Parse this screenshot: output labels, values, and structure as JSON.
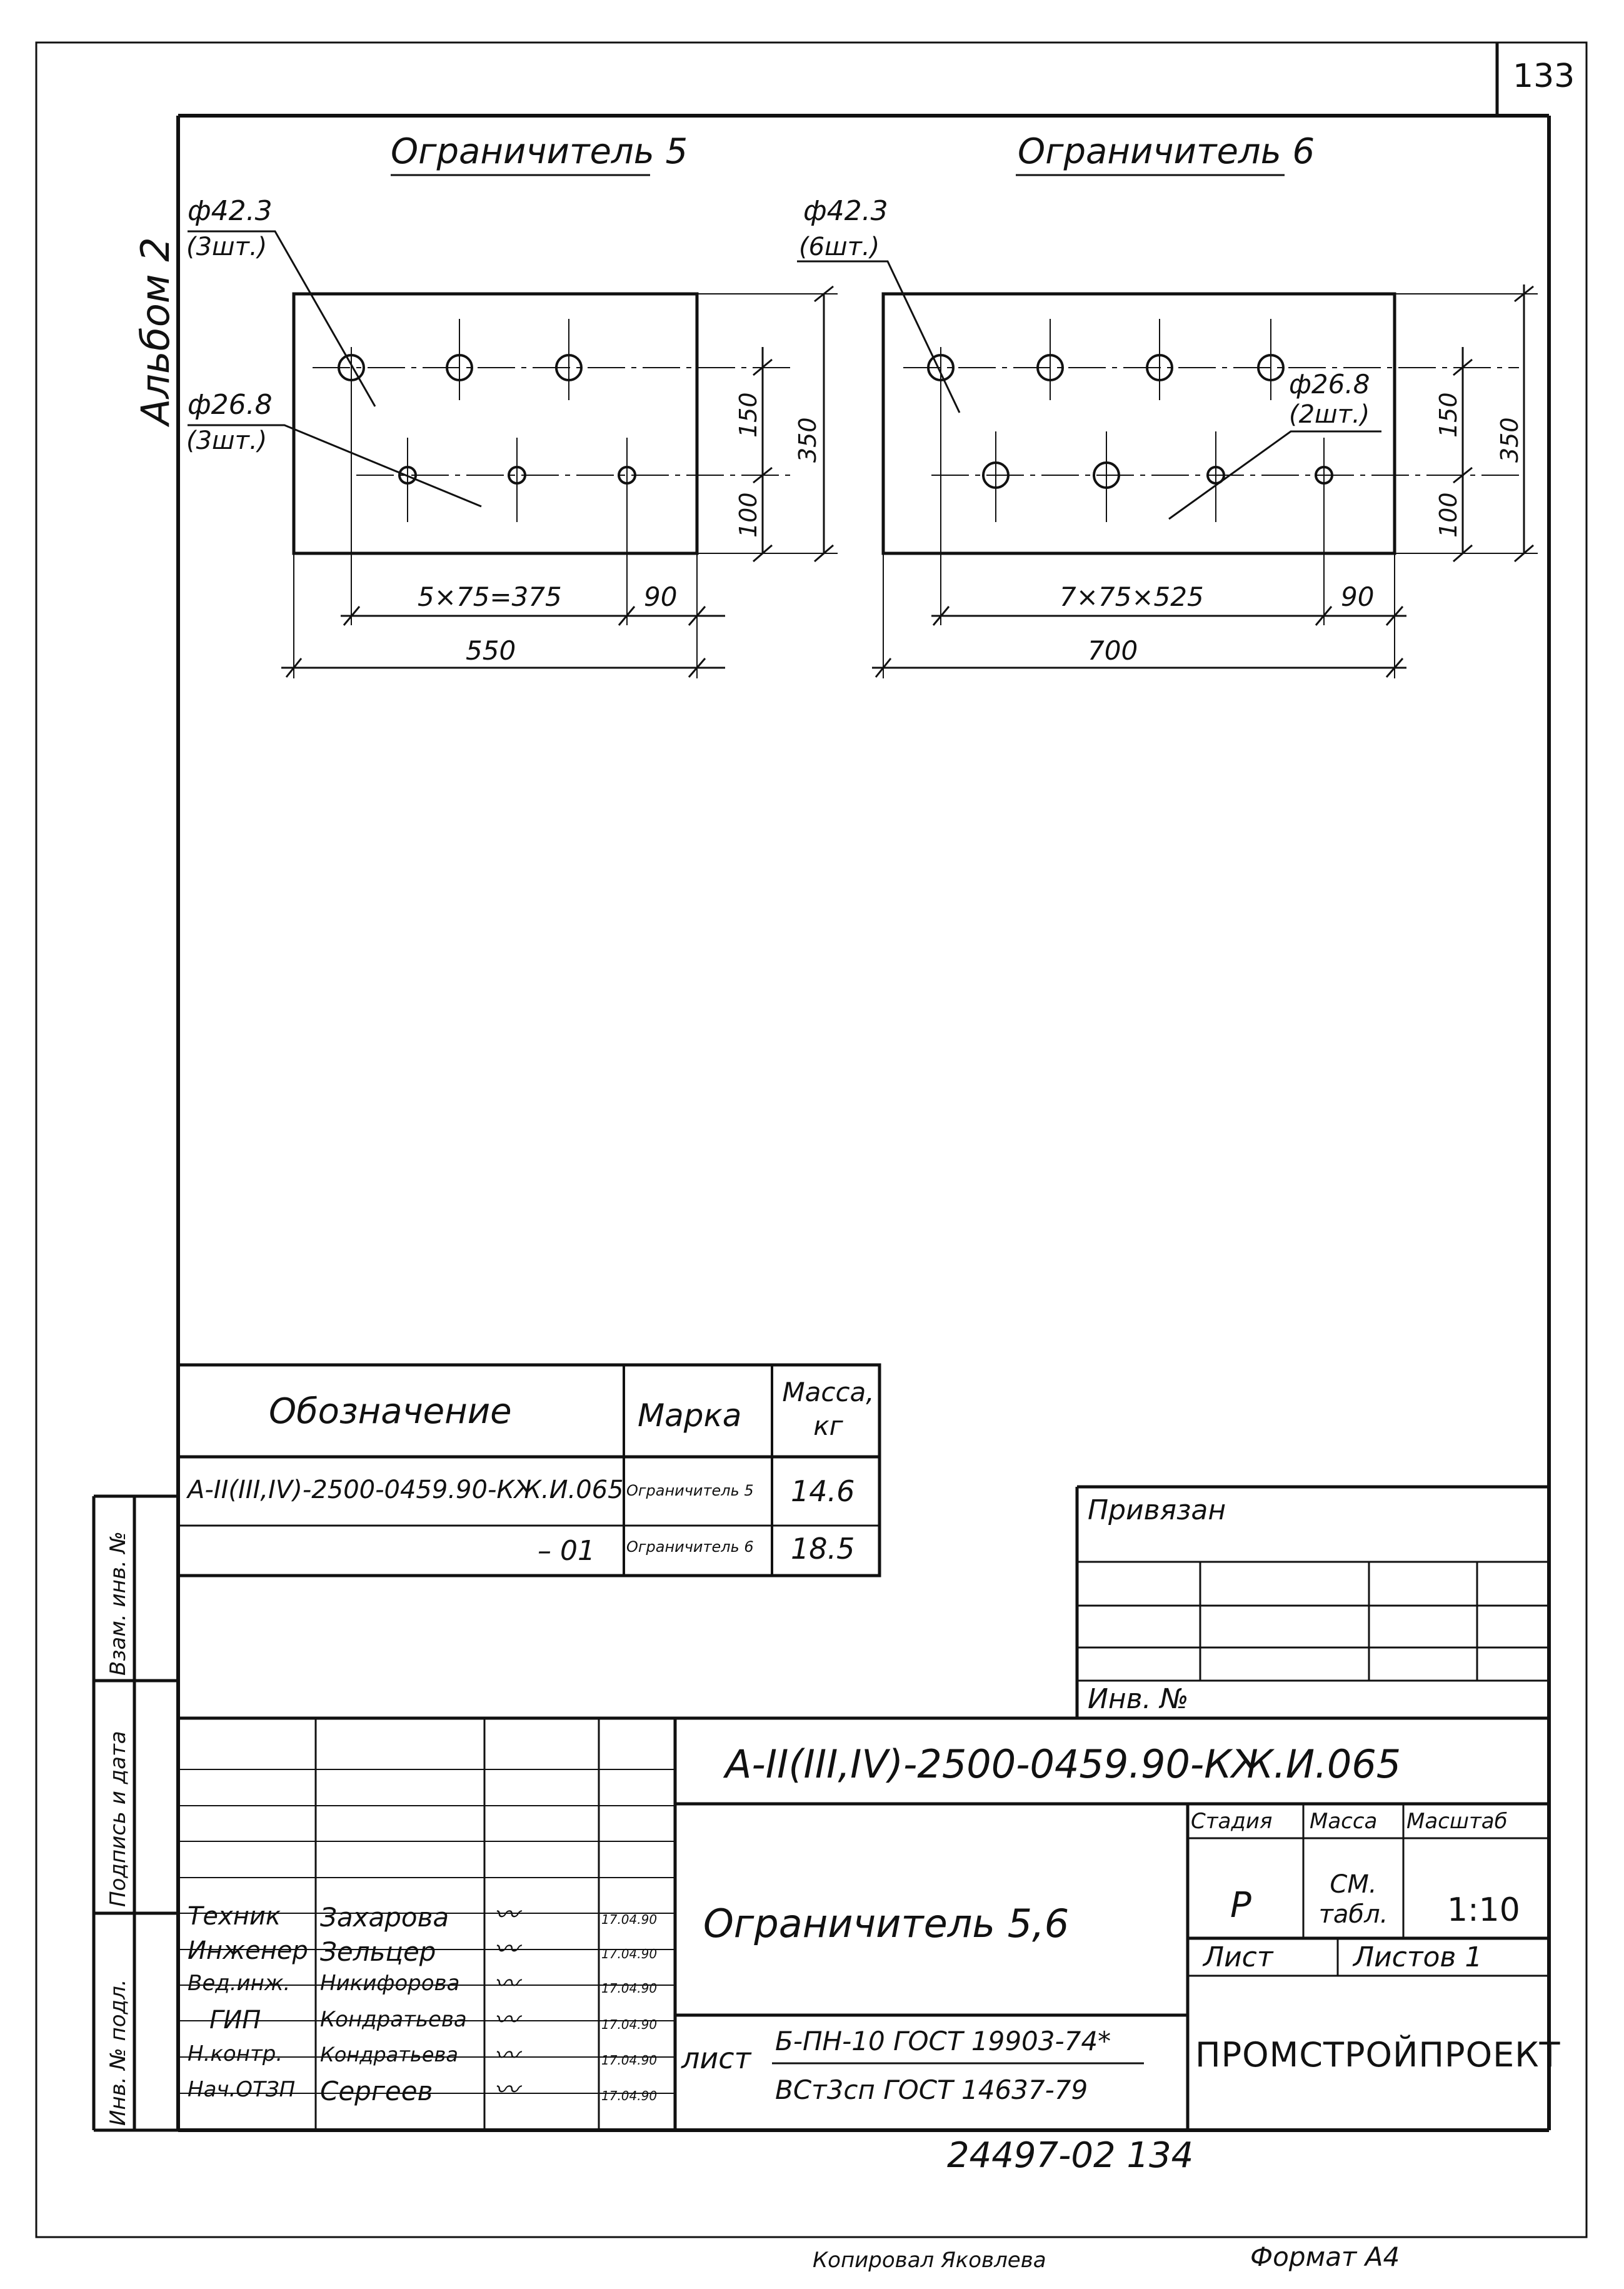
{
  "sheet": {
    "page_number": "133",
    "album": "Альбом 2",
    "bottom_number": "24497-02  134",
    "copied_by": "Копировал Яковлева",
    "format": "Формат А4"
  },
  "drawing5": {
    "title": "Ограничитель 5",
    "hole_large": "ф42.3",
    "hole_large_qty": "(3шт.)",
    "hole_small": "ф26.8",
    "hole_small_qty": "(3шт.)",
    "dim_pitch": "5×75=375",
    "dim_end": "90",
    "dim_total": "550",
    "dim_upper": "150",
    "dim_lower": "100",
    "dim_height": "350"
  },
  "drawing6": {
    "title": "Ограничитель 6",
    "hole_large": "ф42.3",
    "hole_large_qty": "(6шт.)",
    "hole_small": "ф26.8",
    "hole_small_qty": "(2шт.)",
    "dim_pitch": "7×75×525",
    "dim_end": "90",
    "dim_total": "700",
    "dim_upper": "150",
    "dim_lower": "100",
    "dim_height": "350"
  },
  "spec": {
    "headers": [
      "Обозначение",
      "Марка",
      "Масса, кг"
    ],
    "rows": [
      {
        "designation": "А-II(III,IV)-2500-0459.90-КЖ.И.065",
        "mark": "Ограничитель 5",
        "mass": "14.6"
      },
      {
        "designation": "– 01",
        "mark": "Ограничитель 6",
        "mass": "18.5"
      }
    ]
  },
  "binding": {
    "label": "Привязан",
    "inv_label": "Инв. №"
  },
  "left_strip": {
    "vzam": "Взам. инв. №",
    "sign_date": "Подпись и дата",
    "inv_podl": "Инв. № подл."
  },
  "title_block": {
    "code": "А-II(III,IV)-2500-0459.90-КЖ.И.065",
    "name": "Ограничитель 5,6",
    "stage_label": "Стадия",
    "mass_label": "Масса",
    "scale_label": "Масштаб",
    "stage": "Р",
    "mass": "СМ. табл.",
    "scale": "1:10",
    "sheet_label": "Лист",
    "sheets_label": "Листов 1",
    "material_label": "лист",
    "material1": "Б-ПН-10 ГОСТ 19903-74*",
    "material2": "ВСт3сп ГОСТ 14637-79",
    "company": "ПРОМСТРОЙПРОЕКТ",
    "staff": [
      {
        "role": "Техник",
        "name": "Захарова",
        "date": "17.04.90"
      },
      {
        "role": "Инженер",
        "name": "Зельцер",
        "date": "17.04.90"
      },
      {
        "role": "Вед.инж.",
        "name": "Никифорова",
        "date": "17.04.90"
      },
      {
        "role": "ГИП",
        "name": "Кондратьева",
        "date": "17.04.90"
      },
      {
        "role": "Н.контр.",
        "name": "Кондратьева",
        "date": "17.04.90"
      },
      {
        "role": "Нач.ОТЗП",
        "name": "Сергеев",
        "date": "17.04.90"
      }
    ]
  }
}
